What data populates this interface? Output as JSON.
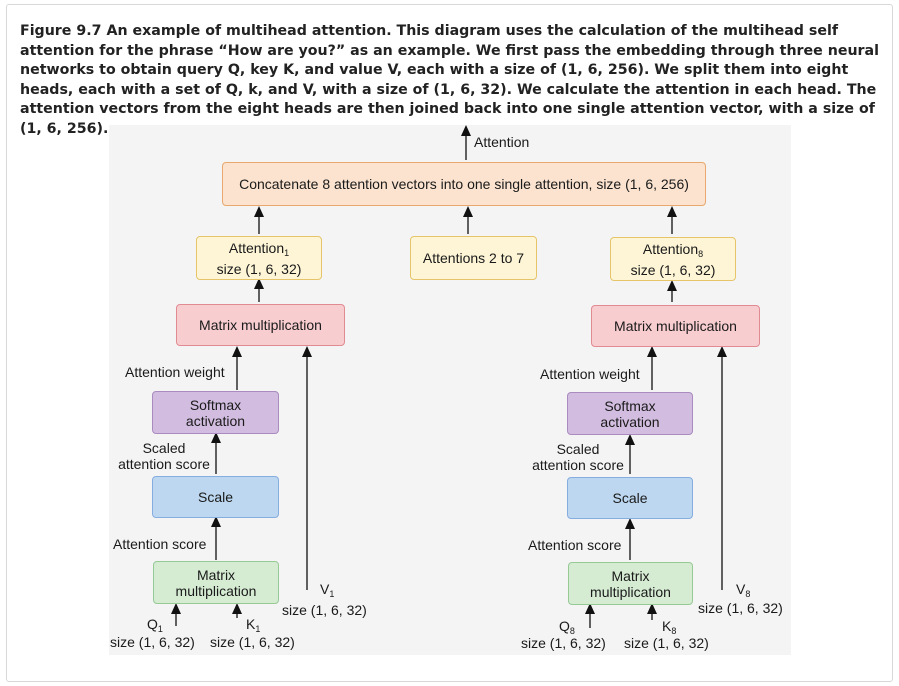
{
  "caption": {
    "figure_number": "Figure 9.7",
    "text": "An example of multihead attention. This diagram uses the calculation of the multihead self attention for the phrase “How are you?” as an example. We first pass the embedding through three neural networks to obtain query Q, key K, and value V, each with a size of (1, 6, 256). We split them into eight heads, each with a set of Q, k, and V, with a size of (1, 6, 32). We calculate the attention in each head. The attention vectors from the eight heads are then joined back into one single attention vector, with a size of (1, 6, 256)."
  },
  "diagram": {
    "output_label": "Attention",
    "concat_box": "Concatenate 8 attention vectors into one single attention, size (1, 6, 256)",
    "middle_box": "Attentions 2 to 7",
    "size_small": "size (1, 6, 32)",
    "heads": [
      {
        "index": "1",
        "attention_word": "Attention",
        "matmul_top": "Matrix multiplication",
        "attention_weight": "Attention weight",
        "softmax_line1": "Softmax",
        "softmax_line2": "activation",
        "scaled_line1": "Scaled",
        "scaled_line2": "attention score",
        "scale": "Scale",
        "attention_score": "Attention score",
        "matmul_bottom_line1": "Matrix",
        "matmul_bottom_line2": "multiplication",
        "q": "Q",
        "k": "K",
        "v": "V"
      },
      {
        "index": "8",
        "attention_word": "Attention",
        "matmul_top": "Matrix multiplication",
        "attention_weight": "Attention weight",
        "softmax_line1": "Softmax",
        "softmax_line2": "activation",
        "scaled_line1": "Scaled",
        "scaled_line2": "attention score",
        "scale": "Scale",
        "attention_score": "Attention score",
        "matmul_bottom_line1": "Matrix",
        "matmul_bottom_line2": "multiplication",
        "q": "Q",
        "k": "K",
        "v": "V"
      }
    ]
  }
}
